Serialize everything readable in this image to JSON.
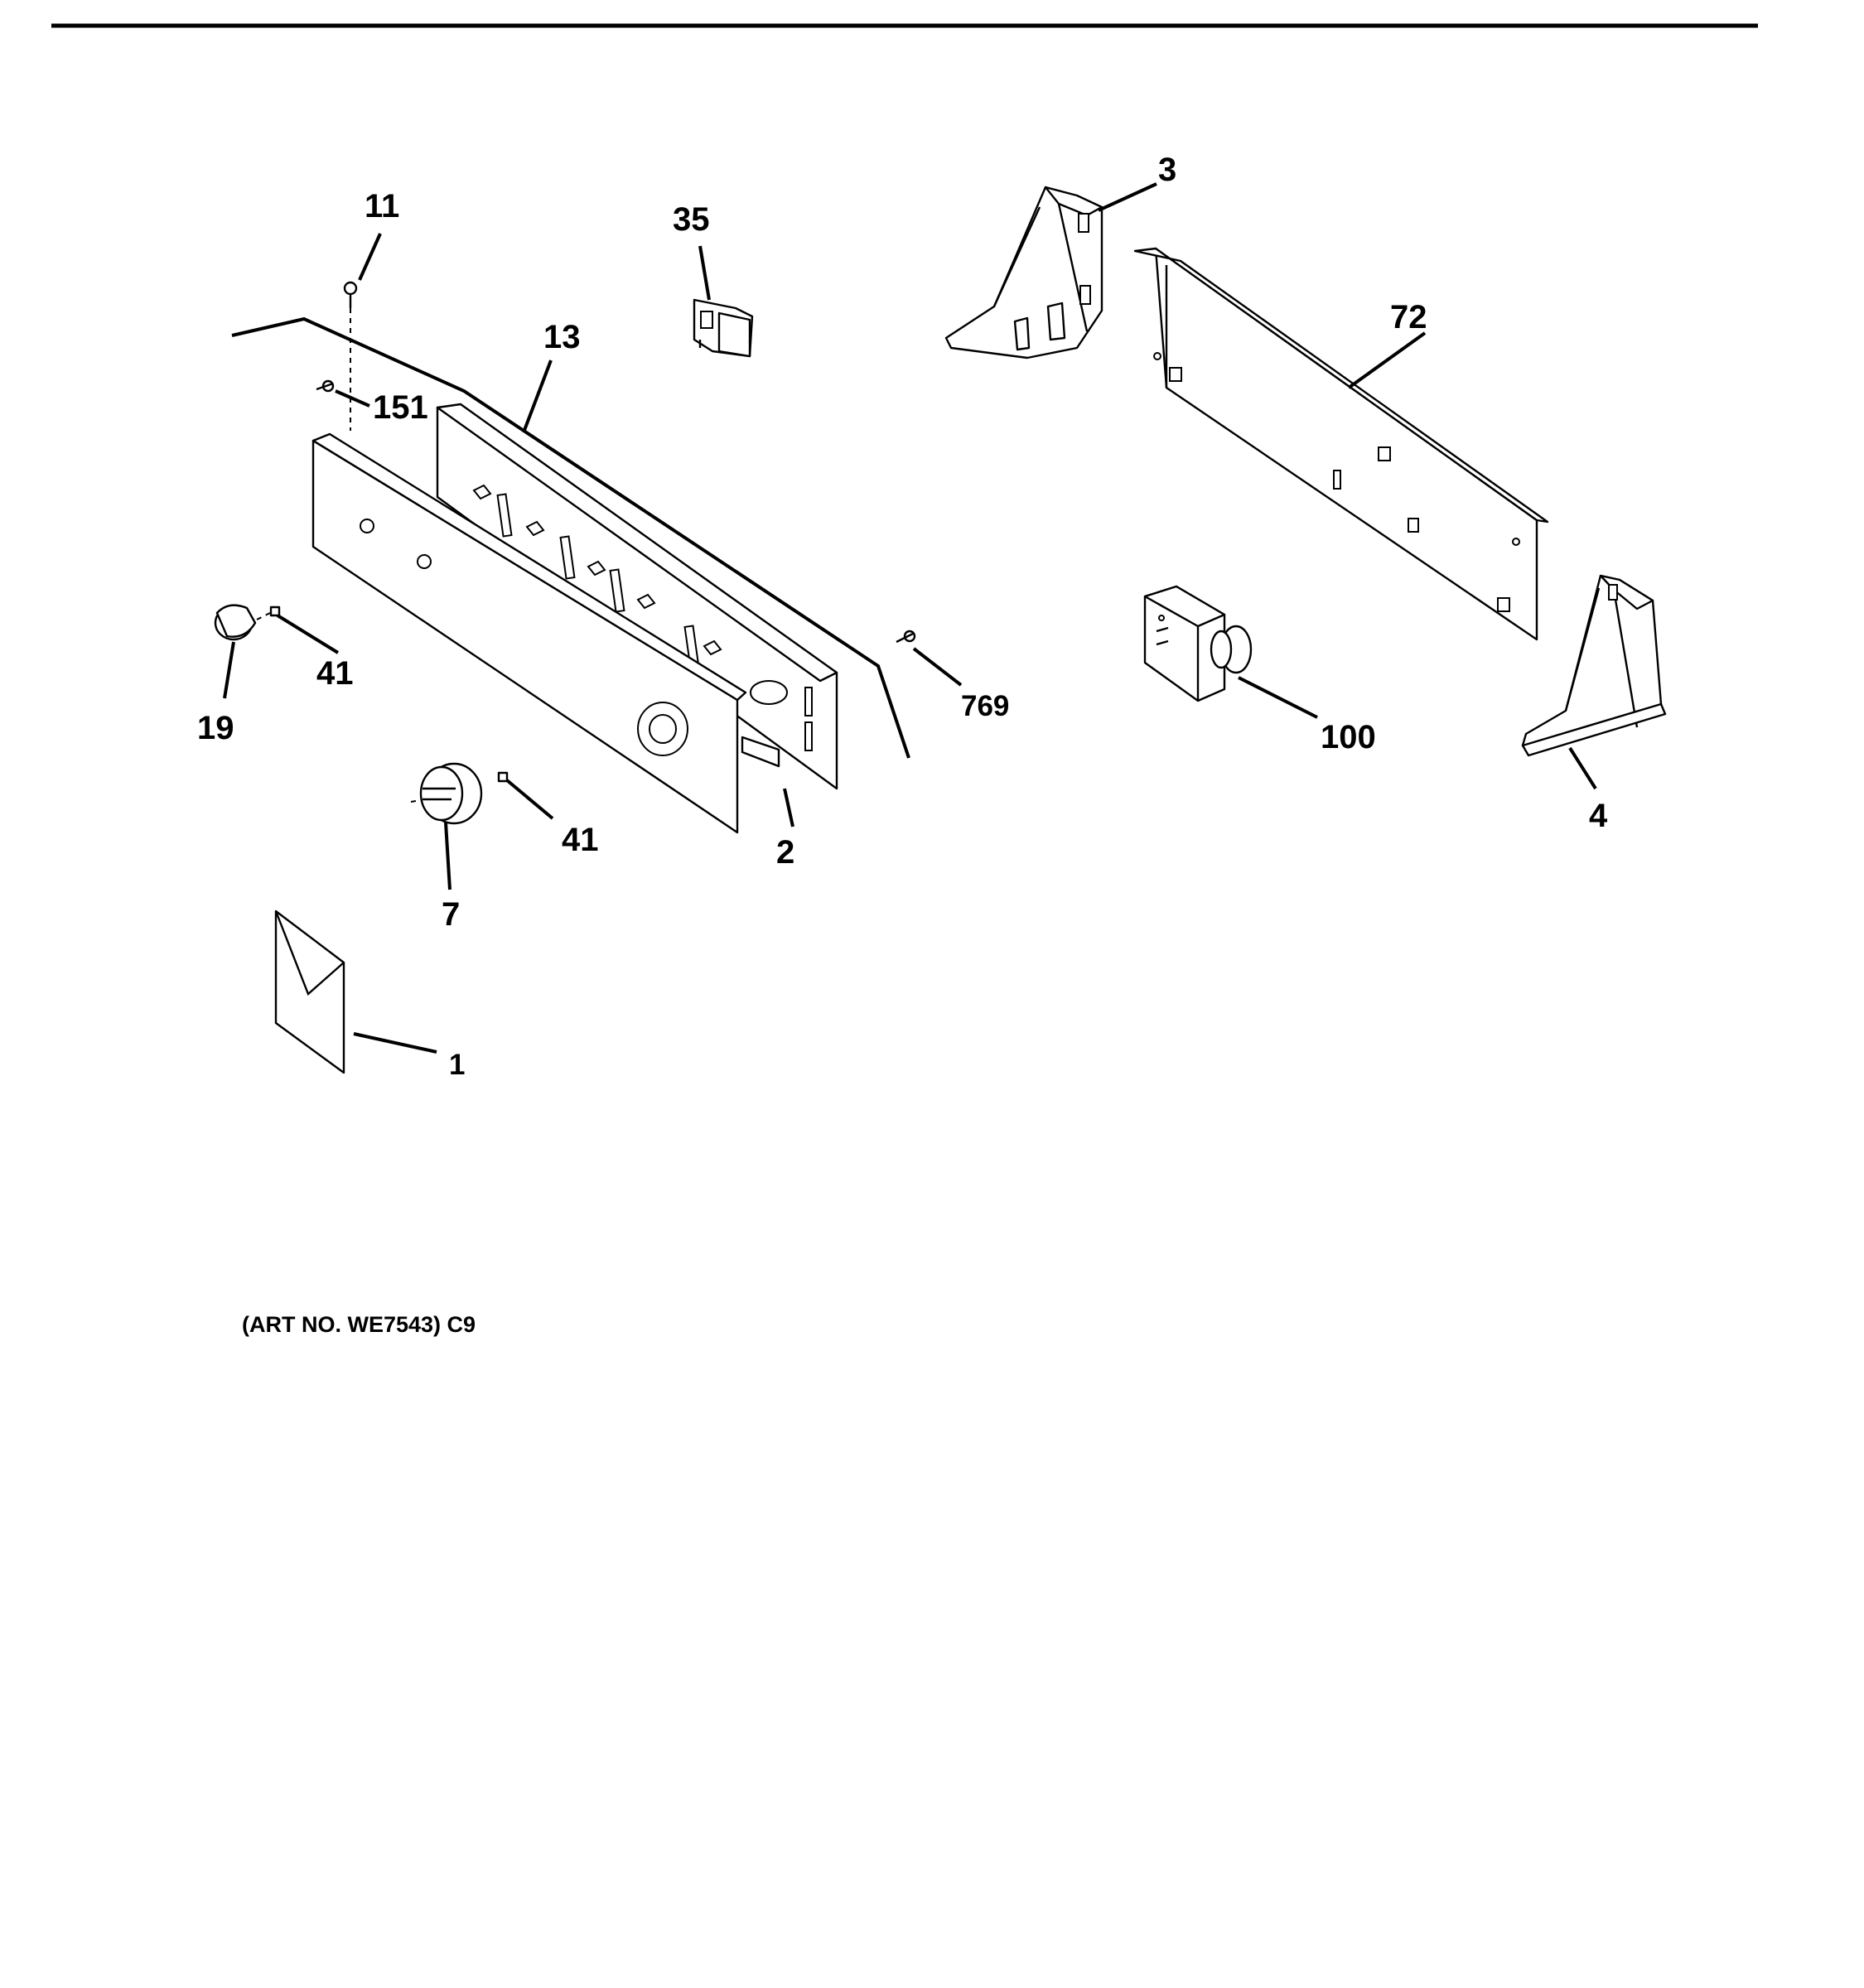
{
  "callouts": {
    "c1": "1",
    "c2": "2",
    "c3": "3",
    "c4": "4",
    "c7": "7",
    "c11": "11",
    "c13": "13",
    "c19": "19",
    "c35": "35",
    "c41a": "41",
    "c41b": "41",
    "c72": "72",
    "c100": "100",
    "c151": "151",
    "c769": "769"
  },
  "caption": "(ART NO. WE7543) C9"
}
